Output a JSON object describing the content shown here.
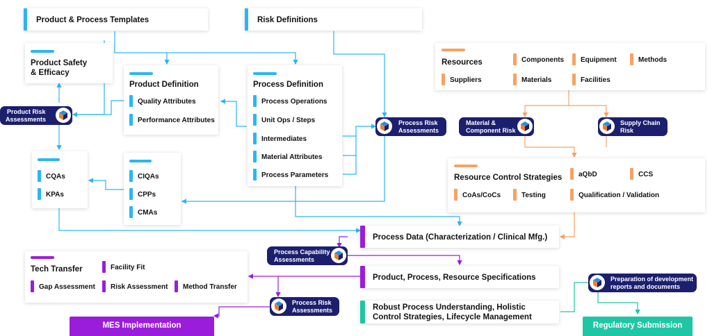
{
  "product_process_templates": "Product & Process Templates",
  "risk_definitions": "Risk Definitions",
  "product_safety_efficacy": [
    "Product Safety",
    "& Efficacy"
  ],
  "product_definition": {
    "title": "Product Definition",
    "items": [
      "Quality Attributes",
      "Performance Attributes"
    ]
  },
  "process_definition": {
    "title": "Process Definition",
    "items": [
      "Process Operations",
      "Unit Ops / Steps",
      "Intermediates",
      "Material Attributes",
      "Process Parameters"
    ]
  },
  "resources": {
    "title": "Resources",
    "items": [
      "Components",
      "Equipment",
      "Methods",
      "Suppliers",
      "Materials",
      "Facilities"
    ]
  },
  "cqa_box": {
    "items": [
      "CQAs",
      "KPAs"
    ]
  },
  "ciqa_box": {
    "items": [
      "CIQAs",
      "CPPs",
      "CMAs"
    ]
  },
  "resource_control_strategies": {
    "title": "Resource Control Strategies",
    "items": [
      "aQbD",
      "CCS",
      "CoAs/CoCs",
      "Testing",
      "Qualification / Validation"
    ]
  },
  "process_data": "Process Data (Characterization / Clinical Mfg.)",
  "specifications": "Product, Process, Resource Specifications",
  "robust_process": [
    "Robust Process Understanding, Holistic",
    "Control Strategies, Lifecycle Management"
  ],
  "tech_transfer": {
    "title": "Tech Transfer",
    "items": [
      "Facility Fit",
      "Gap Assessment",
      "Risk Assessment",
      "Method Transfer"
    ]
  },
  "mes_implementation": "MES Implementation",
  "regulatory_submission": "Regulatory Submission",
  "pills": {
    "product_risk": [
      "Product Risk",
      "Assessments"
    ],
    "process_risk_top": [
      "Process Risk",
      "Assessments"
    ],
    "material_component_risk": [
      "Material &",
      "Component Risk"
    ],
    "supply_chain_risk": [
      "Supply Chain",
      "Risk"
    ],
    "process_capability": [
      "Process Capability",
      "Assessments"
    ],
    "process_risk_bottom": [
      "Process Risk",
      "Assessments"
    ],
    "preparation_reports": [
      "Preparation of development",
      "reports and documents"
    ]
  },
  "colors": {
    "blue": "#29b6f6",
    "orange": "#f6a263",
    "purple": "#9b1ddc",
    "green": "#1fc6a5",
    "navy": "#1c1f6e"
  },
  "icon_names": [
    "cube-icon"
  ]
}
